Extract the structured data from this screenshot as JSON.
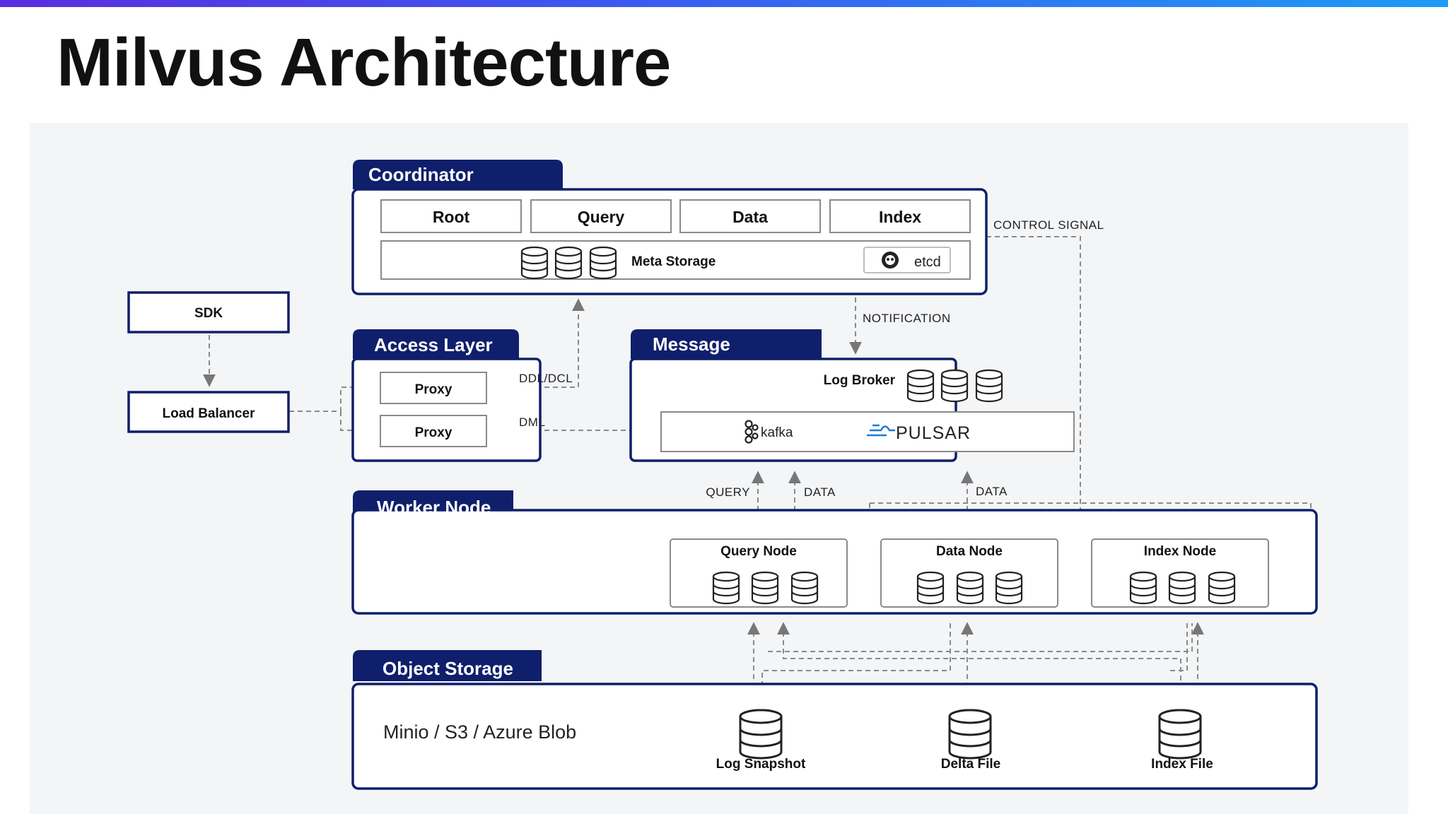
{
  "title": "Milvus Architecture",
  "colors": {
    "navy": "#0f1f6b",
    "accent_start": "#5b2de0",
    "accent_end": "#1e9bf5",
    "line": "#777777",
    "panel": "#f4f5f7"
  },
  "coordinator": {
    "tab": "Coordinator",
    "services": [
      "Root",
      "Query",
      "Data",
      "Index"
    ],
    "meta_storage": "Meta Storage",
    "etcd": "etcd"
  },
  "sdk": "SDK",
  "load_balancer": "Load Balancer",
  "access_layer": {
    "tab": "Access Layer",
    "proxy_1": "Proxy",
    "proxy_2": "Proxy"
  },
  "message": {
    "tab": "Message",
    "log_broker": "Log Broker",
    "kafka": "kafka",
    "pulsar": "PULSAR"
  },
  "worker_node": {
    "tab": "Worker Node",
    "query_node": "Query Node",
    "data_node": "Data Node",
    "index_node": "Index Node"
  },
  "object_storage": {
    "tab": "Object Storage",
    "backends": "Minio / S3 / Azure Blob",
    "log_snapshot": "Log Snapshot",
    "delta_file": "Delta File",
    "index_file": "Index File"
  },
  "flows": {
    "control_signal": "CONTROL SIGNAL",
    "notification": "NOTIFICATION",
    "ddl_dcl": "DDL/DCL",
    "dml": "DML",
    "query": "QUERY",
    "data_1": "DATA",
    "data_2": "DATA"
  },
  "icons": [
    "database-icon",
    "etcd-icon",
    "kafka-icon",
    "pulsar-icon"
  ]
}
